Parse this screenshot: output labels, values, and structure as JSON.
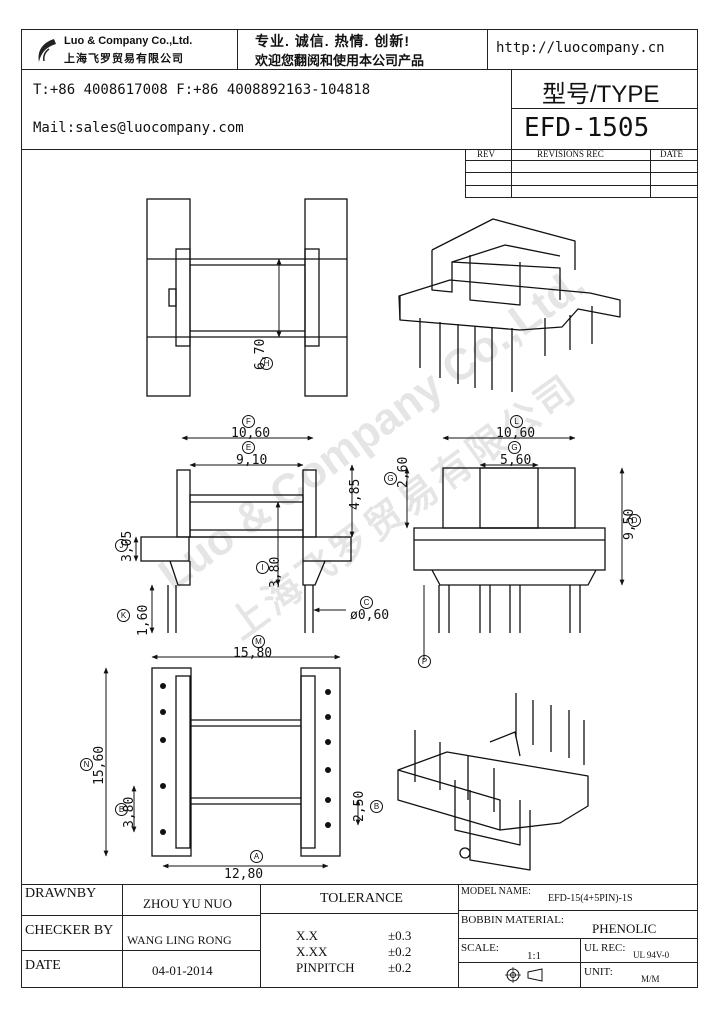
{
  "header": {
    "company_en": "Luo & Company Co.,Ltd.",
    "company_cn": "上海飞罗贸易有限公司",
    "slogan": "专业. 诚信. 热情. 创新!",
    "welcome": "欢迎您翻阅和使用本公司产品",
    "url": "http://luocompany.cn",
    "contact_phone": "T:+86 4008617008 F:+86 4008892163-104818",
    "contact_mail": "Mail:sales@luocompany.com",
    "type_label": "型号/TYPE",
    "model": "EFD-1505"
  },
  "revisions": {
    "col_rev": "REV",
    "col_desc": "REVISIONS REC",
    "col_date": "DATE"
  },
  "watermark": {
    "en": "Luo & Company Co.,Ltd.",
    "cn": "上海飞罗贸易有限公司"
  },
  "dimensions": {
    "top_h": "6,70",
    "front_width": "10,60",
    "front_inner": "9,10",
    "front_height": "4,85",
    "front_flange": "3,05",
    "front_core": "3,80",
    "front_pin_len": "1,60",
    "front_pin_dia": "ø0,60",
    "side_width": "10,60",
    "side_slot": "5,60",
    "side_top": "2,60",
    "side_height": "9,50",
    "bottom_width": "15,80",
    "bottom_height": "15,60",
    "bottom_pitch": "3,80",
    "bottom_row": "2,50",
    "bottom_span": "12,80"
  },
  "dim_markers": {
    "H": "H",
    "F": "F",
    "E": "E",
    "J": "J",
    "I": "I",
    "K": "K",
    "C": "C",
    "L": "L",
    "G": "G",
    "D": "D",
    "M": "M",
    "N": "N",
    "B": "B",
    "A": "A",
    "P": "P"
  },
  "footer": {
    "drawnby_label": "DRAWNBY",
    "drawnby": "ZHOU YU NUO",
    "checker_label": "CHECKER BY",
    "checker": "WANG LING RONG",
    "date_label": "DATE",
    "date": "04-01-2014",
    "tolerance_label": "TOLERANCE",
    "tol1_label": "X.X",
    "tol1": "±0.3",
    "tol2_label": "X.XX",
    "tol2": "±0.2",
    "tol3_label": "PINPITCH",
    "tol3": "±0.2",
    "model_label": "MODEL NAME:",
    "model": "EFD-15(4+5PIN)-1S",
    "material_label": "BOBBIN MATERIAL:",
    "material": "PHENOLIC",
    "scale_label": "SCALE:",
    "scale": "1:1",
    "ul_label": "UL REC:",
    "ul": "UL 94V-0",
    "unit_label": "UNIT:",
    "unit": "M/M"
  }
}
